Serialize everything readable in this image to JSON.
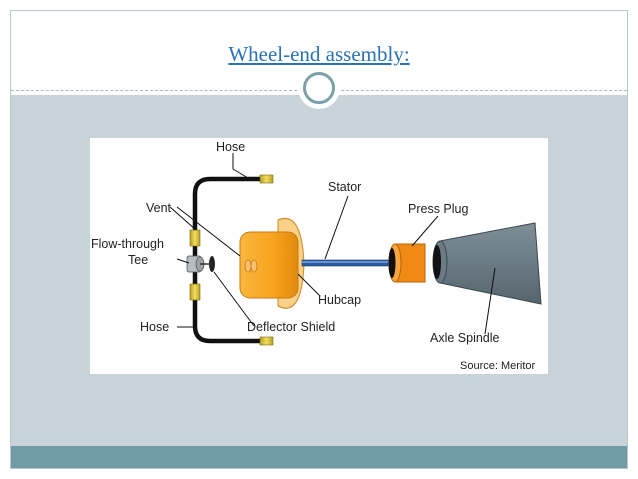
{
  "slide": {
    "title": "Wheel-end assembly:"
  },
  "diagram": {
    "labels": {
      "hose_top": "Hose",
      "vent": "Vent",
      "flow_through_1": "Flow-through",
      "flow_through_2": "Tee",
      "hose_bottom": "Hose",
      "deflector_shield": "Deflector Shield",
      "stator": "Stator",
      "hubcap": "Hubcap",
      "press_plug": "Press Plug",
      "axle_spindle": "Axle Spindle"
    },
    "source": "Source: Meritor",
    "colors": {
      "hubcap": "#f7a21b",
      "hubcap_flange": "#fbd089",
      "stator": "#2a5aa0",
      "press_plug": "#f08a14",
      "spindle": "#6b7b85",
      "brass": "#d8c040",
      "hose": "#111111"
    }
  }
}
